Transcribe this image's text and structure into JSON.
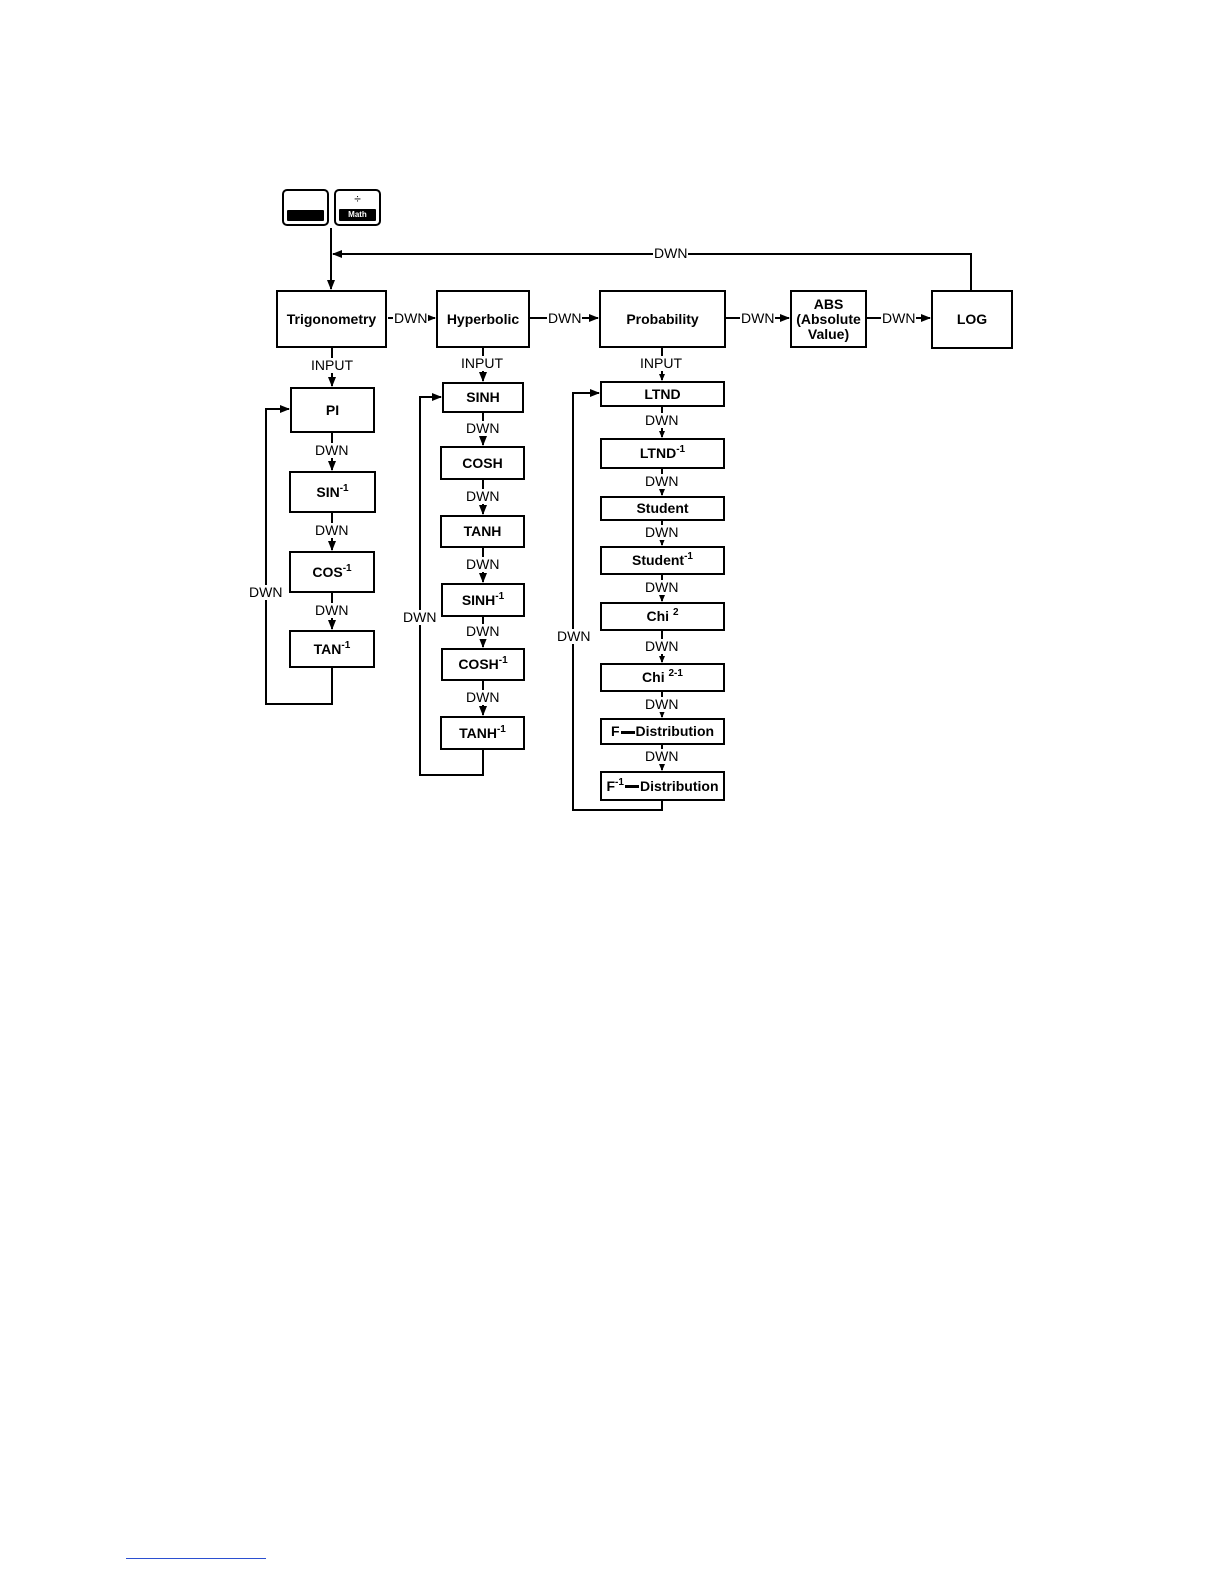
{
  "keys": {
    "second_key_label": "",
    "math_key_top": "÷",
    "math_key_label": "Math"
  },
  "menu": {
    "trigonometry": "Trigonometry",
    "hyperbolic": "Hyperbolic",
    "probability": "Probability",
    "abs_line1": "ABS",
    "abs_line2": "(Absolute",
    "abs_line3": "Value)",
    "log": "LOG"
  },
  "labels": {
    "dwn": "DWN",
    "input": "INPUT"
  },
  "trig_items": [
    {
      "base": "PI",
      "sup": ""
    },
    {
      "base": "SIN",
      "sup": "-1"
    },
    {
      "base": "COS",
      "sup": "-1"
    },
    {
      "base": "TAN",
      "sup": "-1"
    }
  ],
  "hyp_items": [
    {
      "base": "SINH",
      "sup": ""
    },
    {
      "base": "COSH",
      "sup": ""
    },
    {
      "base": "TANH",
      "sup": ""
    },
    {
      "base": "SINH",
      "sup": "-1"
    },
    {
      "base": "COSH",
      "sup": "-1"
    },
    {
      "base": "TANH",
      "sup": "-1"
    }
  ],
  "prob_items": [
    {
      "base": "LTND",
      "sup": "",
      "tail": ""
    },
    {
      "base": "LTND",
      "sup": "-1",
      "tail": ""
    },
    {
      "base": "Student",
      "sup": "",
      "tail": ""
    },
    {
      "base": "Student",
      "sup": "-1",
      "tail": ""
    },
    {
      "base": "Chi ",
      "sup": "2",
      "tail": ""
    },
    {
      "base": "Chi ",
      "sup": "2-1",
      "tail": ""
    },
    {
      "base": "F",
      "sup": "",
      "tail": "Distribution"
    },
    {
      "base": "F",
      "sup": "-1",
      "tail": "Distribution"
    }
  ]
}
